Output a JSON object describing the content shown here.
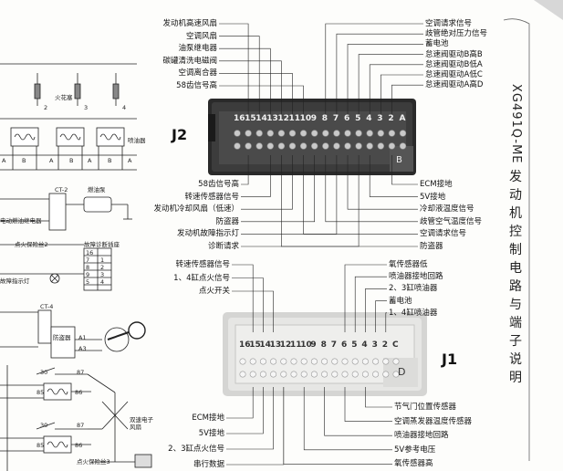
{
  "connector_j2": {
    "name": "J2",
    "pin_numbers_top": [
      "16",
      "15",
      "14",
      "13",
      "12",
      "11",
      "10",
      "9",
      "8",
      "7",
      "6",
      "5",
      "4",
      "3",
      "2",
      "A"
    ],
    "corner_label": "B",
    "labels_left_top": [
      "发动机高速风扇",
      "空调风扇",
      "油泵继电器",
      "碳罐清洗电磁阀",
      "空调离合器",
      "58齿信号高"
    ],
    "labels_right_top": [
      "空调请求信号",
      "歧管绝对压力信号",
      "蓄电池",
      "怠速阀驱动B高B",
      "怠速阀驱动B低A",
      "怠速阀驱动A低C",
      "怠速阀驱动A高D"
    ],
    "labels_left_bottom": [
      "58齿信号高",
      "转速传感器信号",
      "发动机冷却风扇（低速）",
      "防盗器",
      "发动机故障指示灯",
      "诊断请求"
    ],
    "labels_right_bottom": [
      "ECM接地",
      "5V接地",
      "冷却液温度信号",
      "歧管空气温度信号",
      "空调请求信号",
      "防盗器"
    ]
  },
  "connector_j1": {
    "name": "J1",
    "pin_numbers_top": [
      "16",
      "15",
      "14",
      "13",
      "12",
      "11",
      "10",
      "9",
      "8",
      "7",
      "6",
      "5",
      "4",
      "3",
      "2",
      "C"
    ],
    "corner_label": "D",
    "labels_left_top": [
      "转速传感器信号",
      "1、4缸点火信号",
      "点火开关"
    ],
    "labels_right_top": [
      "氧传感器低",
      "喷油器接地回路",
      "2、3缸喷油器",
      "蓄电池",
      "1、4缸喷油器"
    ],
    "labels_left_bottom": [
      "ECM接地",
      "5V接地",
      "2、3缸点火信号",
      "串行数据"
    ],
    "labels_right_bottom": [
      "节气门位置传感器",
      "空调蒸发器温度传感器",
      "喷油器接地回路",
      "5V参考电压",
      "氧传感器高"
    ]
  },
  "side_title": {
    "model": "XG491Q-ME",
    "chars": [
      "发",
      "动",
      "机",
      "控",
      "制",
      "电",
      "路",
      "与",
      "端",
      "子",
      "说",
      "明"
    ]
  },
  "left_schematic": {
    "spark_plug_label": "火花塞",
    "injector_label": "喷油器",
    "plug_numbers": [
      "2",
      "3",
      "4"
    ],
    "ct2": "CT-2",
    "fuel_pump": "燃油泵",
    "relay_caption": "电动燃油继电器",
    "fuse_caption": "点火保险丝2",
    "diag_caption": "故障诊断插座",
    "mil_caption": "故障指示灯",
    "ct4": "CT-4",
    "immo_label": "防盗器",
    "a1": "A1",
    "a3": "A3",
    "relay_86": "86",
    "relay_85": "85",
    "relay_30": "30",
    "relay_87": "87",
    "fan_caption": "双速电子风扇",
    "fuse_bottom": "点火保险丝3",
    "diag_pins": [
      "16",
      "7",
      "8",
      "9",
      "5",
      "1",
      "2",
      "3",
      "4"
    ],
    "connector_letters": [
      "A",
      "B",
      "A",
      "B",
      "A",
      "B",
      "A",
      "B"
    ]
  }
}
